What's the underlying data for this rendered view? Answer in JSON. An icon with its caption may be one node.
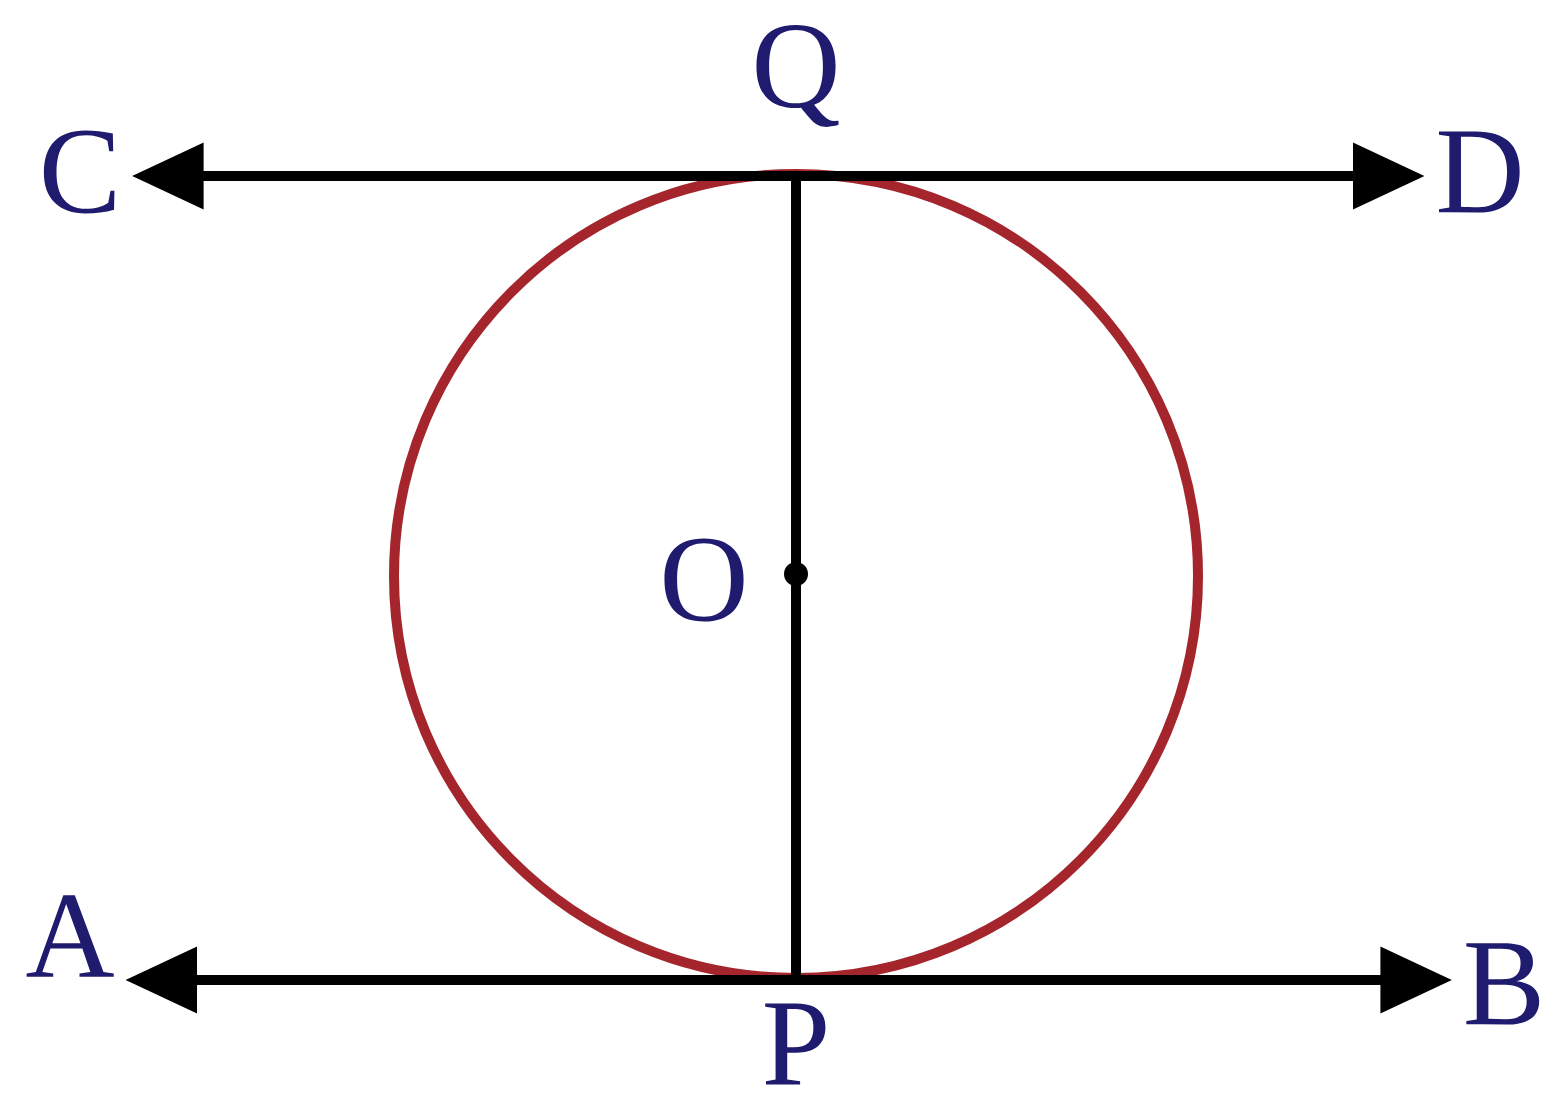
{
  "diagram": {
    "nodes": [
      {
        "text": [
          "C"
        ]
      },
      {
        "text": [
          "Q"
        ]
      },
      {
        "text": [
          "D"
        ]
      },
      {
        "text": [],
        "shape": "circle"
      },
      {
        "text": [
          "O"
        ],
        "in": 3
      },
      {
        "text": [
          "A"
        ]
      },
      {
        "text": [
          "P"
        ]
      },
      {
        "text": [
          "B"
        ]
      }
    ],
    "edges": [
      {
        "from": 0,
        "to": 2,
        "arrow": "both"
      },
      {
        "from": 5,
        "to": 7,
        "arrow": "both"
      },
      {
        "from": 1,
        "to": 6,
        "arrow": "none"
      }
    ]
  }
}
